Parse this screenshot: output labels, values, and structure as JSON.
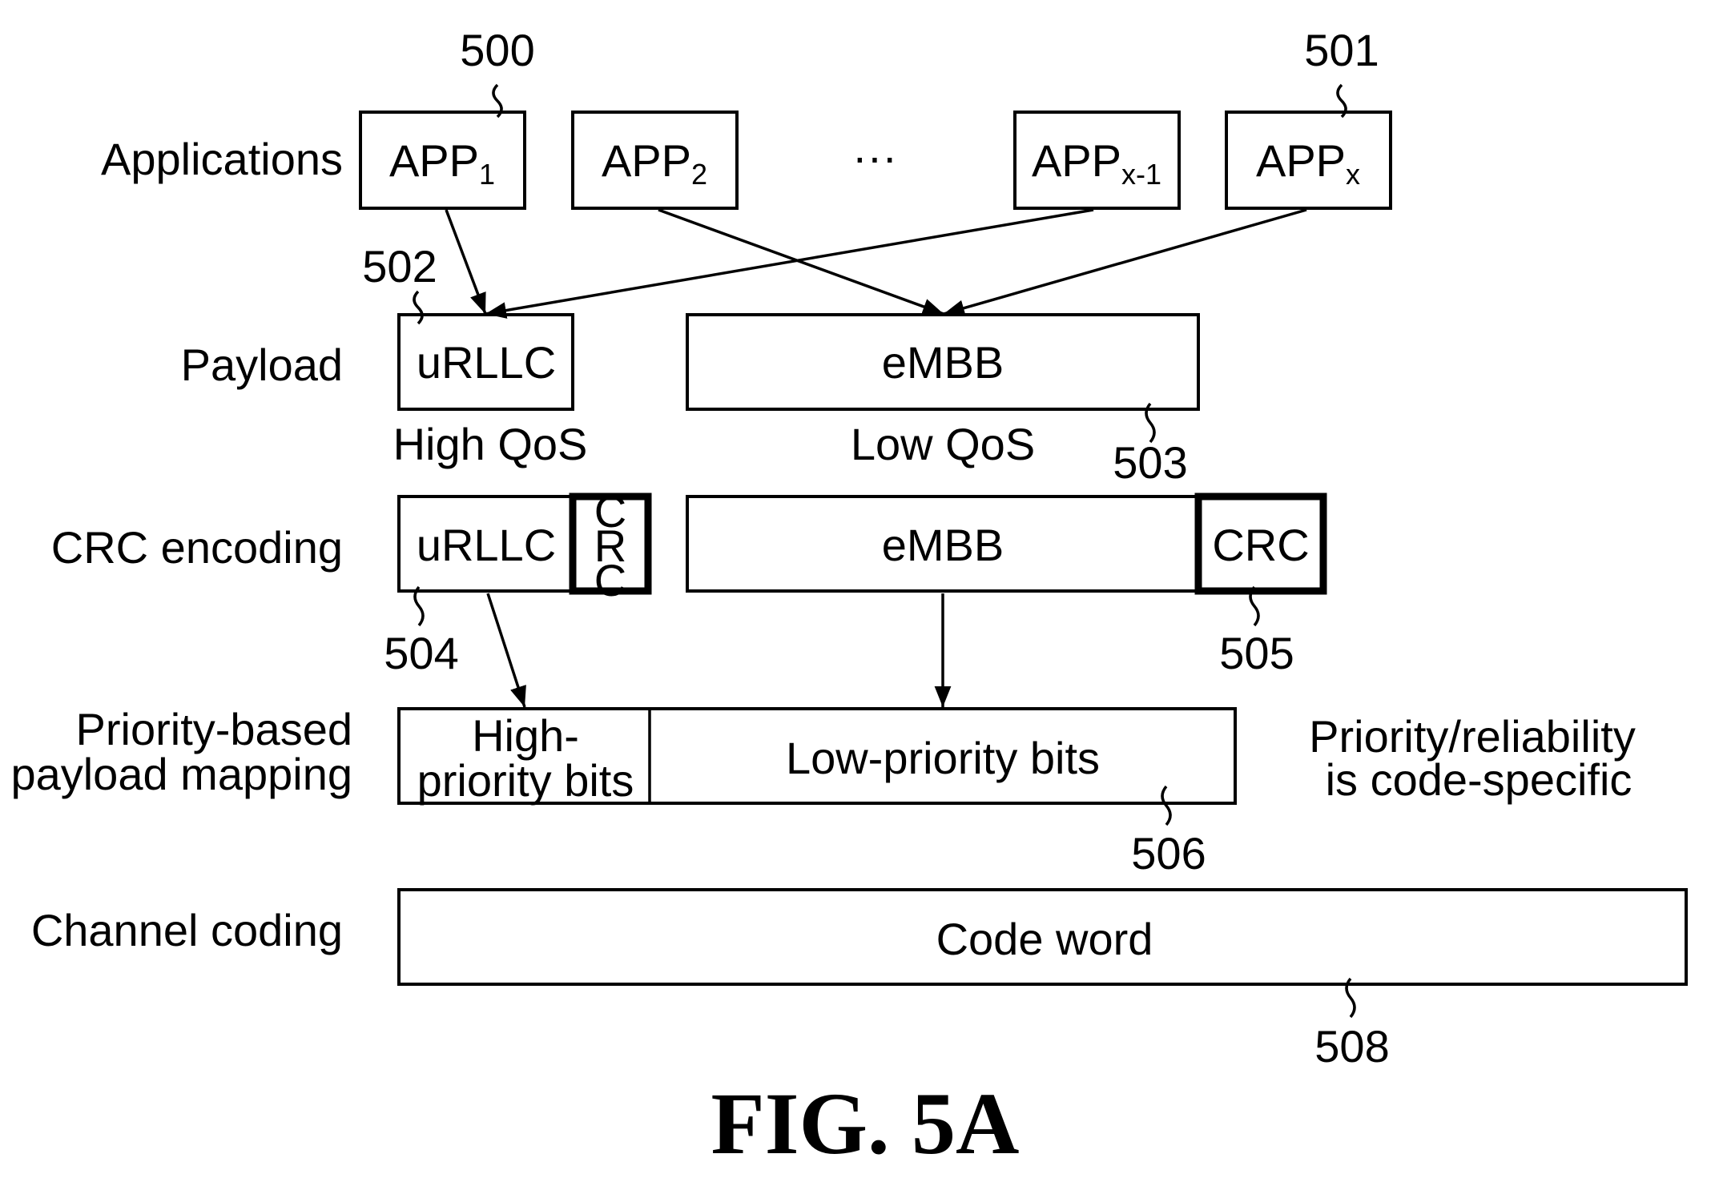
{
  "figure_title": "FIG. 5A",
  "row_labels": {
    "applications": "Applications",
    "payload": "Payload",
    "crc_encoding": "CRC encoding",
    "mapping_line1": "Priority-based",
    "mapping_line2": "payload mapping",
    "channel_coding": "Channel coding"
  },
  "apps": [
    {
      "main": "APP",
      "sub": "1"
    },
    {
      "main": "APP",
      "sub": "2"
    },
    {
      "main": "APP",
      "sub": "x-1"
    },
    {
      "main": "APP",
      "sub": "x"
    }
  ],
  "ellipsis": "···",
  "payload": {
    "urllc": "uRLLC",
    "embb": "eMBB",
    "high_qos": "High QoS",
    "low_qos": "Low QoS"
  },
  "crc": {
    "urllc": "uRLLC",
    "crc_v1": "C",
    "crc_v2": "R",
    "crc_v3": "C",
    "embb": "eMBB",
    "crc": "CRC"
  },
  "mapping": {
    "high_line1": "High-",
    "high_line2": "priority bits",
    "low": "Low-priority bits",
    "note_line1": "Priority/reliability",
    "note_line2": "is code-specific"
  },
  "channel": {
    "codeword": "Code word"
  },
  "refs": {
    "r500": "500",
    "r501": "501",
    "r502": "502",
    "r503": "503",
    "r504": "504",
    "r505": "505",
    "r506": "506",
    "r508": "508"
  }
}
